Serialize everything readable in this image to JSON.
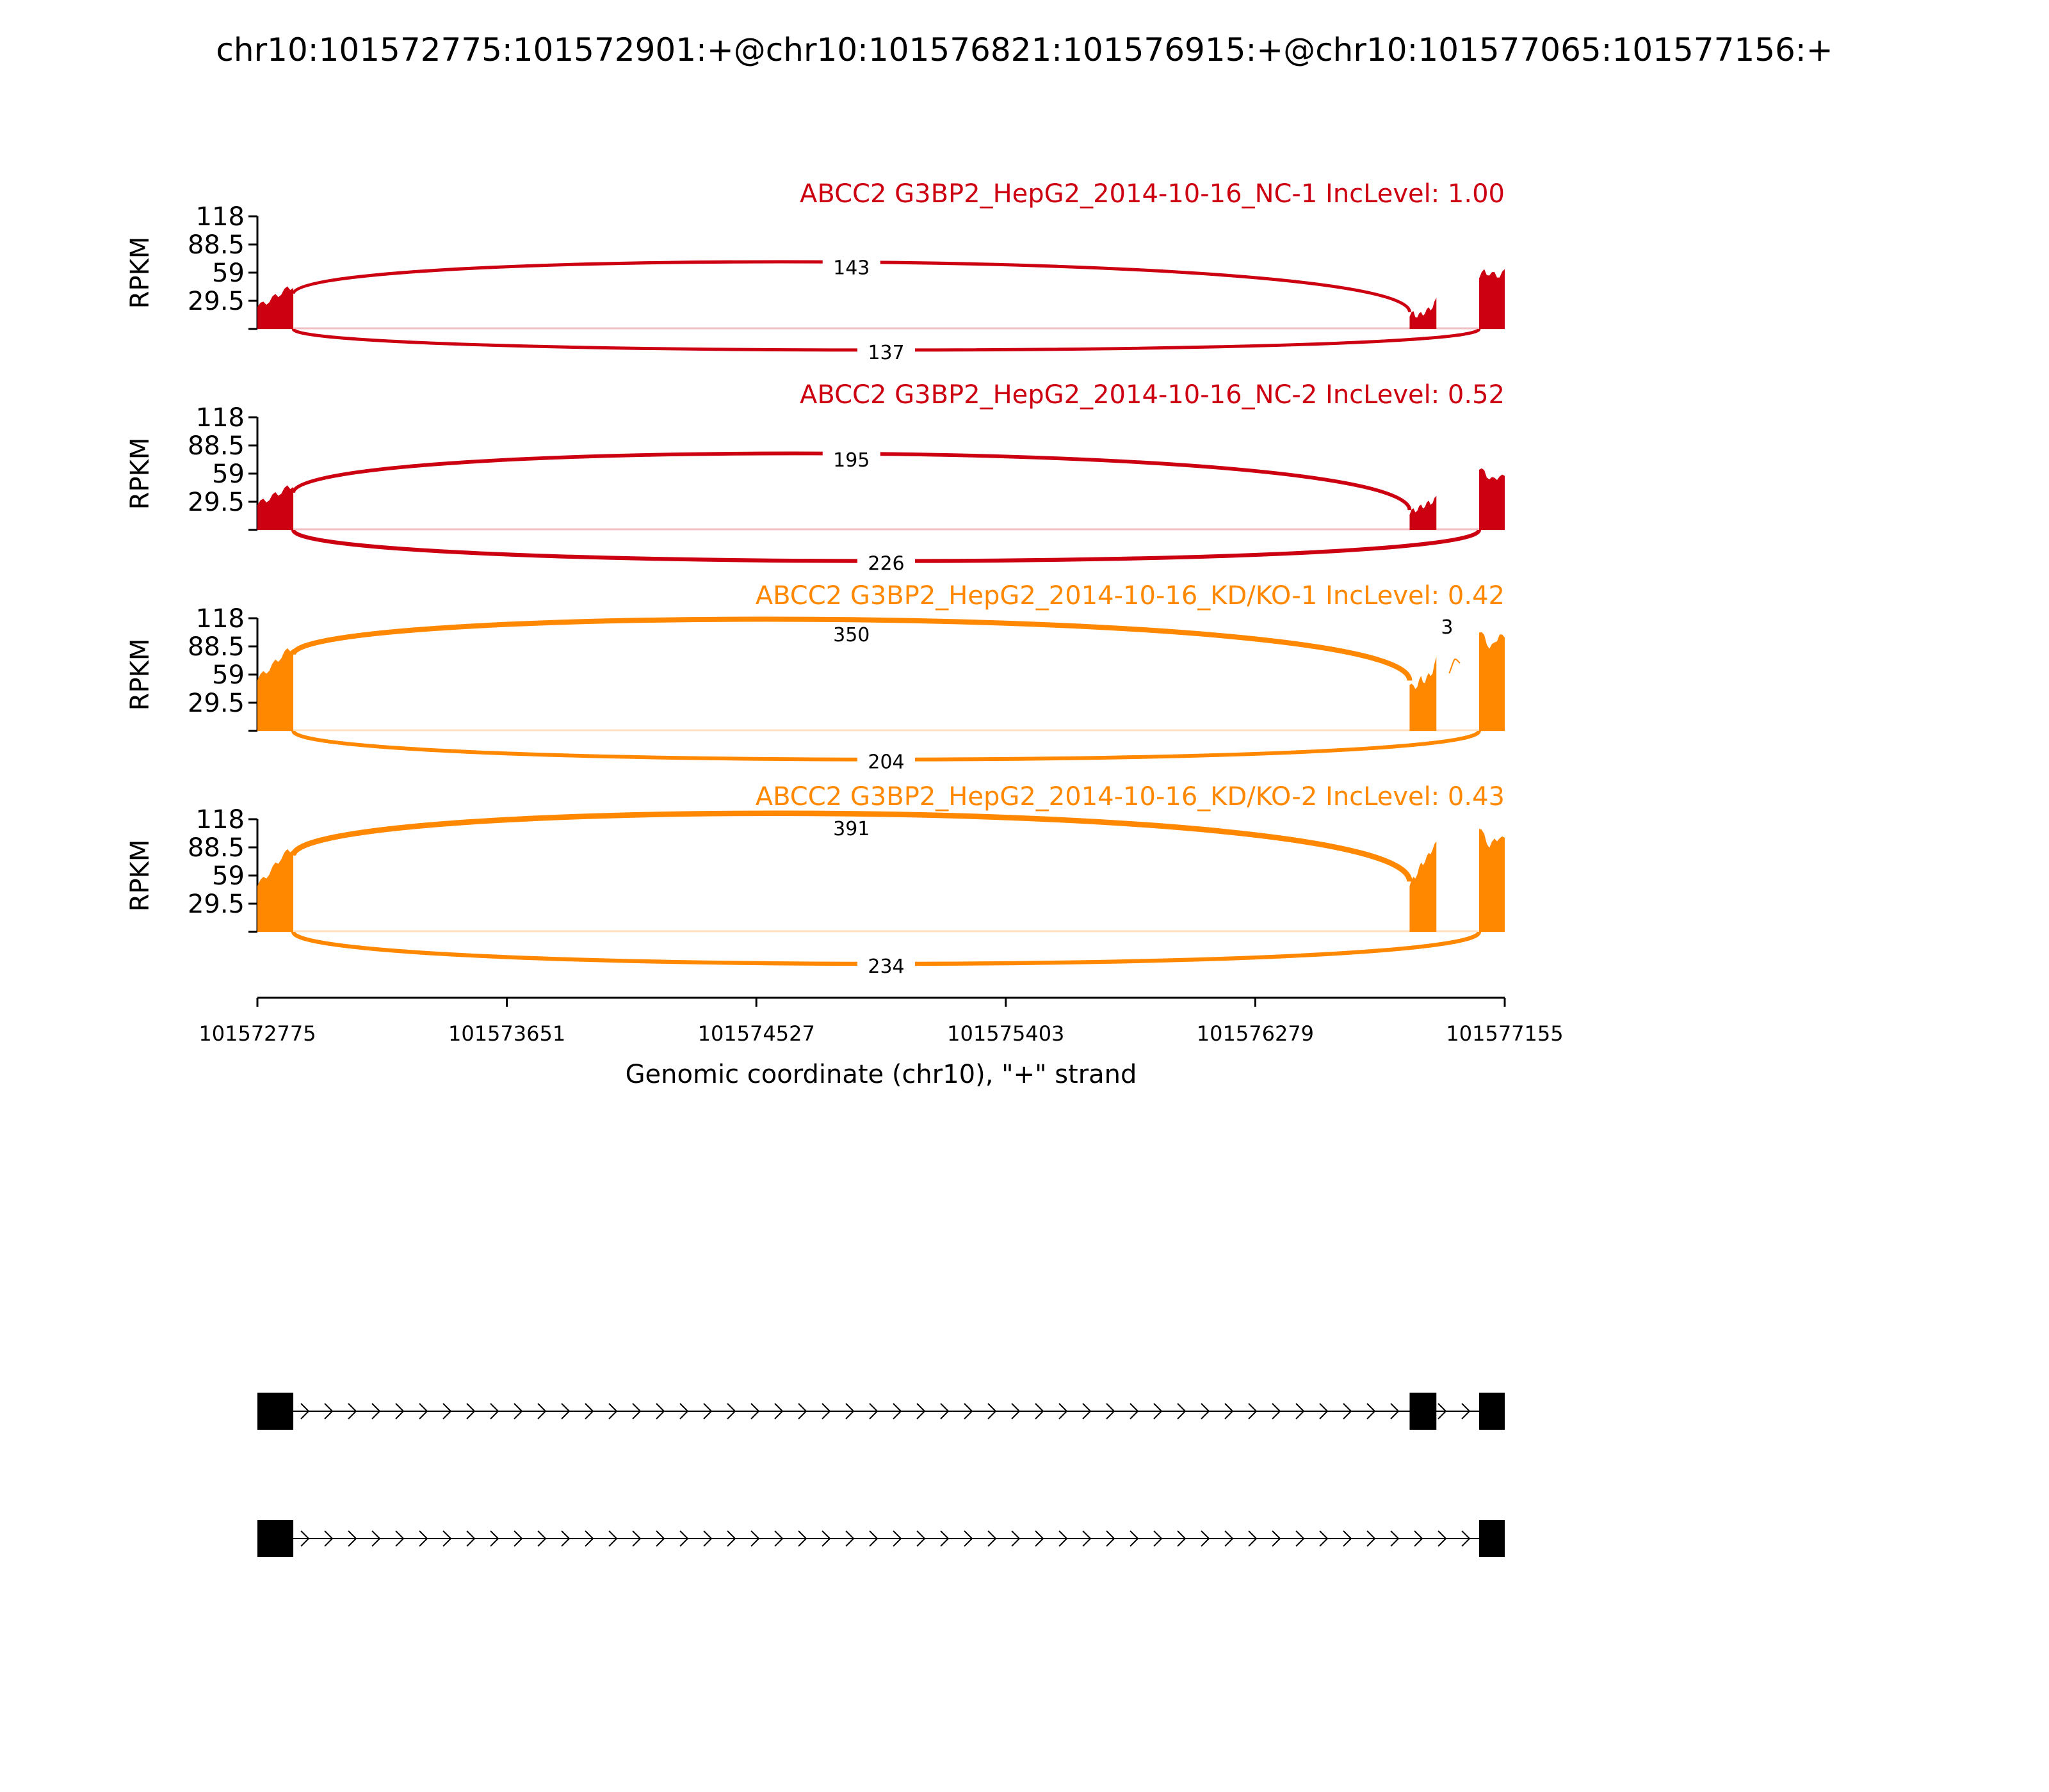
{
  "chart_data": {
    "type": "area",
    "title": "chr10:101572775:101572901:+@chr10:101576821:101576915:+@chr10:101577065:101577156:+",
    "xlabel": "Genomic coordinate (chr10), \"+\" strand",
    "ylabel": "RPKM",
    "xlim": [
      101572775,
      101577155
    ],
    "ylim": [
      0,
      118
    ],
    "xticks": [
      "101572775",
      "101573651",
      "101574527",
      "101575403",
      "101576279",
      "101577155"
    ],
    "yticks": [
      "118",
      "88.5",
      "59",
      "29.5"
    ],
    "exons": [
      [
        101572775,
        101572901
      ],
      [
        101576821,
        101576915
      ],
      [
        101577065,
        101577156
      ]
    ],
    "colors": {
      "NC": "#cc0011",
      "KD": "#ff8800"
    },
    "panels": [
      {
        "title": "ABCC2 G3BP2_HepG2_2014-10-16_NC-1 IncLevel: 1.00",
        "group": "NC",
        "coverage": [
          [
            25,
            26,
            30,
            34,
            38,
            42,
            45
          ],
          [
            15,
            16,
            14,
            15,
            18,
            20,
            24,
            30
          ],
          [
            55,
            60,
            58,
            57,
            56,
            60
          ]
        ],
        "junctions": [
          {
            "from": 0,
            "to": 1,
            "count": "143",
            "side": "top"
          },
          {
            "from": 0,
            "to": 2,
            "count": "137",
            "side": "bottom"
          }
        ]
      },
      {
        "title": "ABCC2 G3BP2_HepG2_2014-10-16_NC-2 IncLevel: 0.52",
        "group": "NC",
        "coverage": [
          [
            28,
            30,
            33,
            37,
            40,
            44,
            47
          ],
          [
            18,
            20,
            22,
            24,
            26,
            28,
            30,
            33
          ],
          [
            65,
            60,
            55,
            52,
            58,
            54
          ]
        ],
        "junctions": [
          {
            "from": 0,
            "to": 1,
            "count": "195",
            "side": "top"
          },
          {
            "from": 0,
            "to": 2,
            "count": "226",
            "side": "bottom"
          }
        ]
      },
      {
        "title": "ABCC2 G3BP2_HepG2_2014-10-16_KD/KO-1 IncLevel: 0.42",
        "group": "KD",
        "coverage": [
          [
            55,
            60,
            65,
            72,
            78,
            84,
            88
          ],
          [
            50,
            45,
            48,
            55,
            52,
            58,
            62,
            75
          ],
          [
            105,
            98,
            88,
            90,
            103,
            95
          ]
        ],
        "junctions": [
          {
            "from": 0,
            "to": 1,
            "count": "350",
            "side": "top"
          },
          {
            "from": 0,
            "to": 2,
            "count": "204",
            "side": "bottom"
          },
          {
            "from": 1,
            "to": 2,
            "count": "3",
            "side": "small"
          }
        ]
      },
      {
        "title": "ABCC2 G3BP2_HepG2_2014-10-16_KD/KO-2 IncLevel: 0.43",
        "group": "KD",
        "coverage": [
          [
            50,
            55,
            62,
            70,
            78,
            84,
            88
          ],
          [
            50,
            55,
            62,
            70,
            75,
            80,
            88,
            92
          ],
          [
            110,
            100,
            90,
            95,
            100,
            96
          ]
        ],
        "junctions": [
          {
            "from": 0,
            "to": 1,
            "count": "391",
            "side": "top"
          },
          {
            "from": 0,
            "to": 2,
            "count": "234",
            "side": "bottom"
          }
        ]
      }
    ],
    "isoforms": [
      [
        0,
        1,
        2
      ],
      [
        0,
        2
      ]
    ]
  }
}
